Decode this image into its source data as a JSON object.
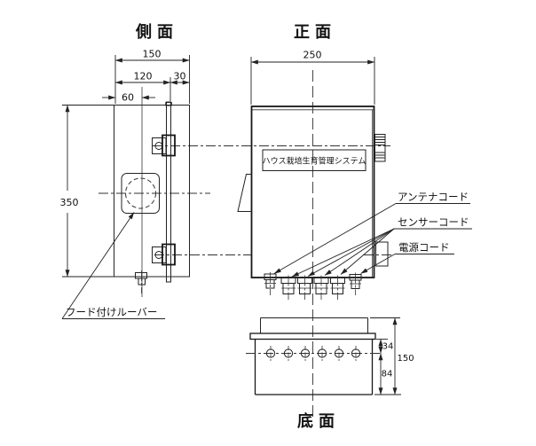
{
  "page": {
    "background": "#ffffff",
    "line_color": "#222222"
  },
  "views": {
    "side": {
      "title": "側面",
      "dim_width": "150",
      "dim_body": "120",
      "dim_rail": "30",
      "dim_louver_offset": "60",
      "dim_height": "350",
      "louver_label": "フード付けルーバー"
    },
    "front": {
      "title": "正面",
      "dim_width": "250",
      "nameplate": "ハウス栽培生育管理システム",
      "label_antenna": "アンテナコード",
      "label_sensor": "センサーコード",
      "label_power": "電源コード"
    },
    "bottom": {
      "title": "底面",
      "dim_top_to_holes": "34",
      "dim_depth": "150",
      "dim_holes_to_edge": "84"
    }
  }
}
